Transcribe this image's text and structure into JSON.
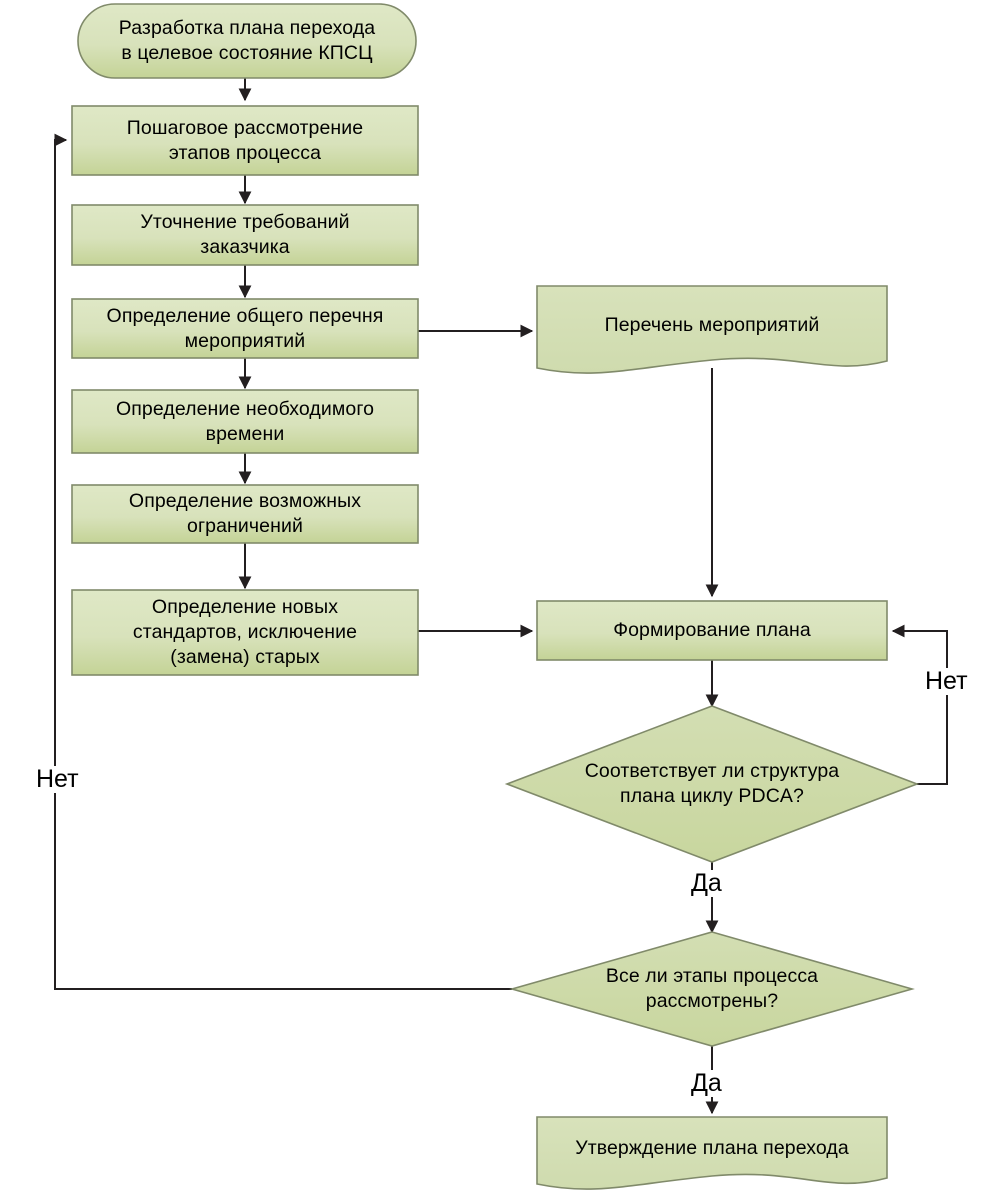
{
  "diagram": {
    "title_node": {
      "id": "start",
      "shape": "rounded-terminator",
      "text": "Разработка плана перехода\nв целевое состояние КПСЦ"
    },
    "process_nodes": [
      {
        "id": "step1",
        "shape": "process",
        "text": "Пошаговое рассмотрение\nэтапов процесса"
      },
      {
        "id": "step2",
        "shape": "process",
        "text": "Уточнение требований\nзаказчика"
      },
      {
        "id": "step3",
        "shape": "process",
        "text": "Определение общего перечня\nмероприятий"
      },
      {
        "id": "step4",
        "shape": "process",
        "text": "Определение необходимого\nвремени"
      },
      {
        "id": "step5",
        "shape": "process",
        "text": "Определение возможных\nограничений"
      },
      {
        "id": "step6",
        "shape": "process",
        "text": "Определение новых\nстандартов, исключение\n(замена) старых"
      },
      {
        "id": "plan_form",
        "shape": "process",
        "text": "Формирование плана"
      }
    ],
    "document_nodes": [
      {
        "id": "doc_list",
        "shape": "document",
        "text": "Перечень мероприятий"
      },
      {
        "id": "doc_approve",
        "shape": "document",
        "text": "Утверждение плана перехода"
      }
    ],
    "decision_nodes": [
      {
        "id": "dec_pdca",
        "shape": "decision",
        "text": "Соответствует ли структура\nплана циклу PDCA?"
      },
      {
        "id": "dec_all_steps",
        "shape": "decision",
        "text": "Все ли этапы процесса\nрассмотрены?"
      }
    ],
    "edge_labels": [
      {
        "id": "label-no-left",
        "text": "Нет"
      },
      {
        "id": "label-no-right",
        "text": "Нет"
      },
      {
        "id": "label-yes-pdca",
        "text": "Да"
      },
      {
        "id": "label-yes-all",
        "text": "Да"
      }
    ],
    "colors": {
      "fill_top": "#dce6c0",
      "fill_bottom": "#c6d49a",
      "node_border": "#808a6a",
      "connector": "#231f20",
      "text": "#000000",
      "background": "#ffffff"
    }
  }
}
